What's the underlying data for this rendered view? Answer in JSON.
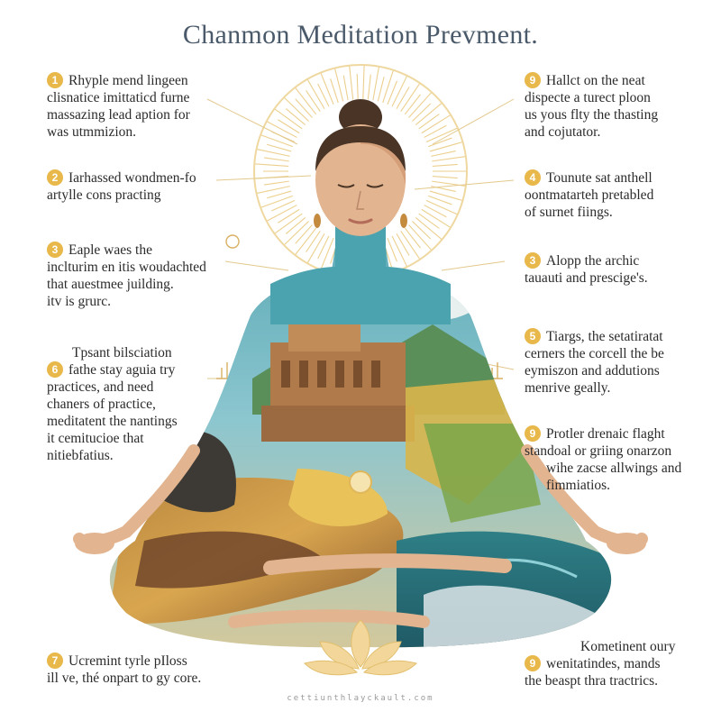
{
  "title": "Chanmon Meditation Prevment.",
  "notes_left": [
    {
      "badge": "1",
      "lines": [
        "Rhyple mend lingeen",
        "clisnatice imittaticd furne",
        "massazing lead aption for",
        "was utmmizion."
      ]
    },
    {
      "badge": "2",
      "lines": [
        "Iarhassed wondmen-fo",
        "artylle cons practing"
      ]
    },
    {
      "badge": "3",
      "lines": [
        "Eaple waes the",
        "inclturim en itis woudachted",
        "that auestmee juilding.",
        "itv is grurc."
      ]
    },
    {
      "badge": "6",
      "lines": [
        "Tpsant bilsciation",
        "fathe stay aguia try",
        "practices, and need",
        "chaners of practice,",
        "meditatent the nantings",
        "it cemitucioe that",
        "nitiebfatius."
      ]
    },
    {
      "badge": "7",
      "lines": [
        "Ucremint tyrle pIloss",
        "ill ve, thé onpart to gy core."
      ]
    }
  ],
  "notes_right": [
    {
      "badge": "9",
      "lines": [
        "Hallct on the neat",
        "dispecte a turect ploon",
        "us yous flty the thasting",
        "and cojutator."
      ]
    },
    {
      "badge": "4",
      "lines": [
        "Tounute sat anthell",
        "oontmatarteh pretabled",
        "of surnet fiings."
      ]
    },
    {
      "badge": "3",
      "lines": [
        "Alopp the archic",
        "tauauti and prescige's."
      ]
    },
    {
      "badge": "5",
      "lines": [
        "Tiargs, the setatiratat",
        "cerners the corcell the be",
        "eymiszon and addutions",
        "menrive geally."
      ]
    },
    {
      "badge": "9",
      "lines": [
        "Protler drenaic flaght",
        "standoal or griing onarzon",
        "wihe zacse allwings and",
        "fimmiatios."
      ]
    },
    {
      "badge": "9",
      "lines": [
        "Kometinent oury",
        "wenitatindes, mands",
        "the beaspt thra tractrics."
      ]
    }
  ],
  "footer": "cettiunthlayckault.com",
  "colors": {
    "title": "#4a5a6a",
    "badge": "#e8b84a",
    "halo": "#e8c77a",
    "skin": "#e2b48f",
    "teal": "#4aa3ae",
    "hair": "#4a3426"
  }
}
